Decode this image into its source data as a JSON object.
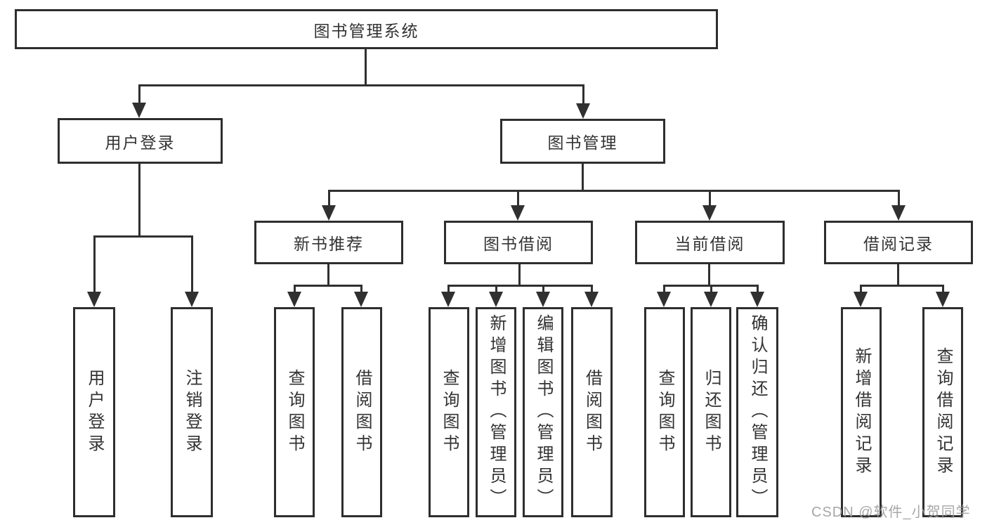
{
  "diagram_title": "图书管理系统",
  "tree": {
    "label": "图书管理系统",
    "children": [
      {
        "label": "用户登录",
        "children": [
          {
            "label": "用户登录"
          },
          {
            "label": "注销登录"
          }
        ]
      },
      {
        "label": "图书管理",
        "children": [
          {
            "label": "新书推荐",
            "children": [
              {
                "label": "查询图书"
              },
              {
                "label": "借阅图书"
              }
            ]
          },
          {
            "label": "图书借阅",
            "children": [
              {
                "label": "查询图书"
              },
              {
                "label": "新增图书（管理员）"
              },
              {
                "label": "编辑图书（管理员）"
              },
              {
                "label": "借阅图书"
              }
            ]
          },
          {
            "label": "当前借阅",
            "children": [
              {
                "label": "查询图书"
              },
              {
                "label": "归还图书"
              },
              {
                "label": "确认归还（管理员）"
              }
            ]
          },
          {
            "label": "借阅记录",
            "children": [
              {
                "label": "新增借阅记录"
              },
              {
                "label": "查询借阅记录"
              }
            ]
          }
        ]
      }
    ]
  },
  "watermark": {
    "text": "CSDN @软件_小贺同学"
  },
  "colors": {
    "background": "#ffffff",
    "box_border": "#2e2e2e",
    "connector_line": "#303030",
    "text": "#333333",
    "watermark_text": "#9e9e9e"
  }
}
